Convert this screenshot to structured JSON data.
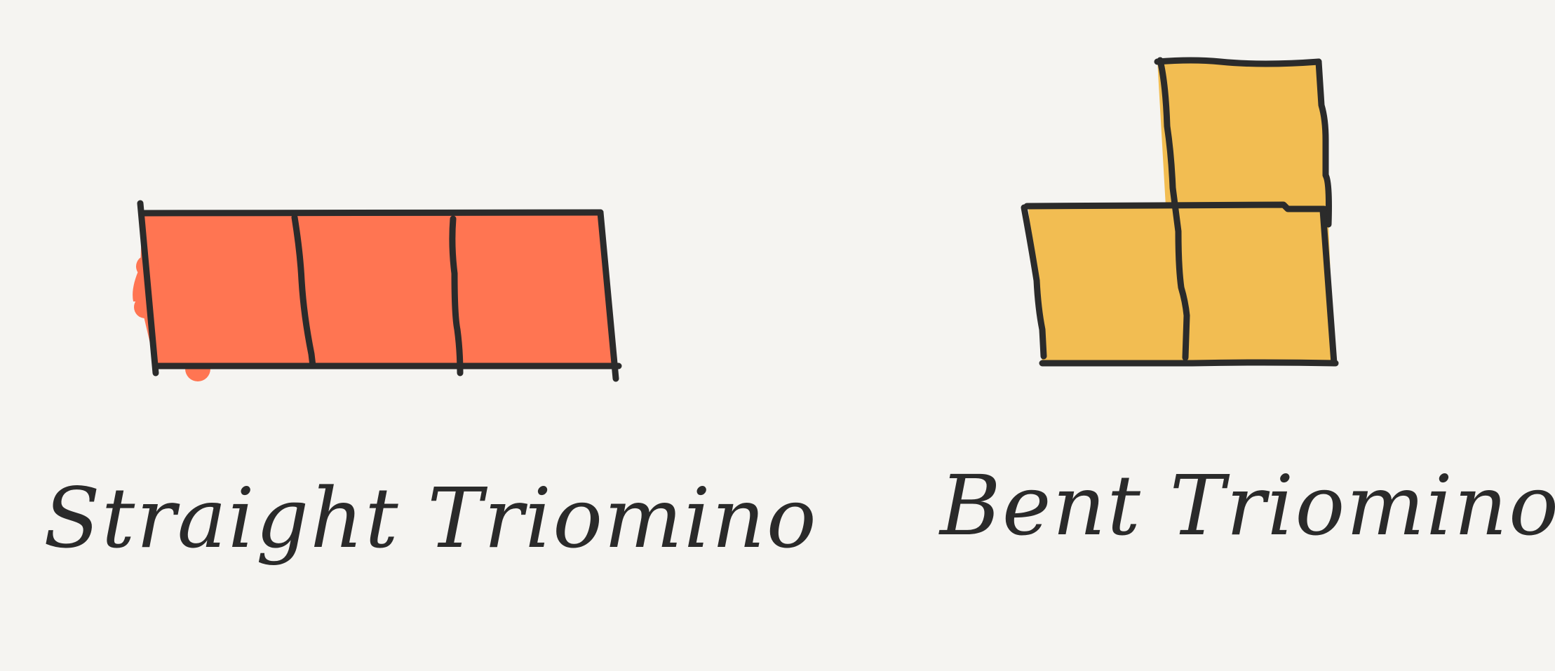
{
  "shapes": [
    {
      "id": "straight",
      "label": "Straight Triomino",
      "fill": "#ff7552",
      "stroke": "#2b2b2b"
    },
    {
      "id": "bent",
      "label": "Bent Triomino",
      "fill": "#f2bd52",
      "stroke": "#2b2b2b"
    }
  ]
}
